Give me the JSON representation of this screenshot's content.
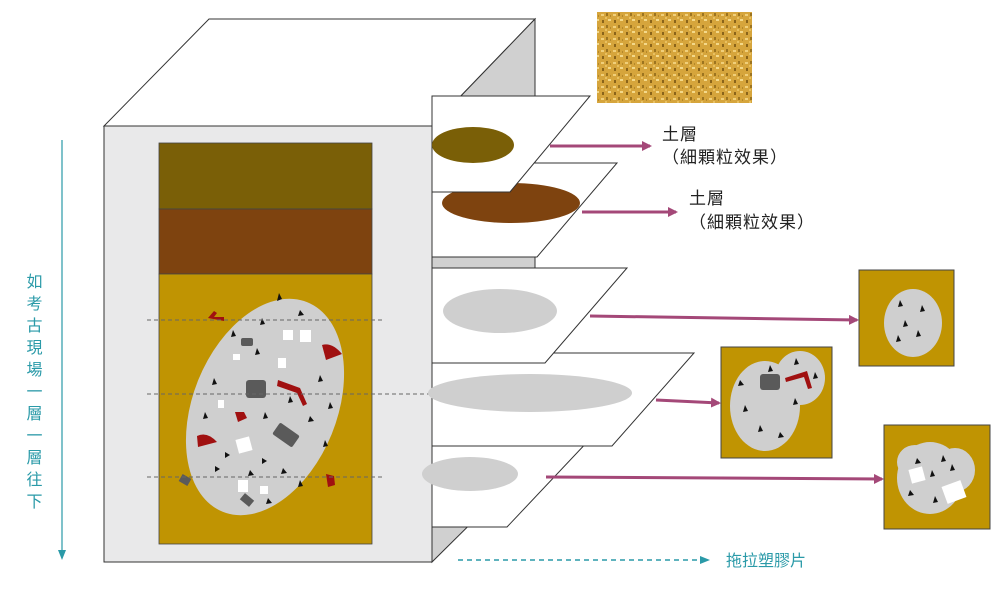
{
  "annotations": {
    "soil_label_1": {
      "line1": "土層",
      "line2": "（細顆粒效果）"
    },
    "soil_label_2": {
      "line1": "土層",
      "line2": "（細顆粒效果）"
    },
    "vertical_caption": "如考古現場一層一層往下",
    "drag_caption": "拖拉塑膠片"
  },
  "colors": {
    "box_face": "#e9e9ea",
    "box_side": "#d0d0d0",
    "soil_top": "#7a5f07",
    "soil_mid": "#7e430f",
    "soil_base": "#c09402",
    "ellipse_grey": "#cfcfcf",
    "arrow": "#a44878",
    "teal": "#2a9aa8",
    "red_fragment": "#a01010",
    "dark_fragment": "#5a5a5a"
  }
}
